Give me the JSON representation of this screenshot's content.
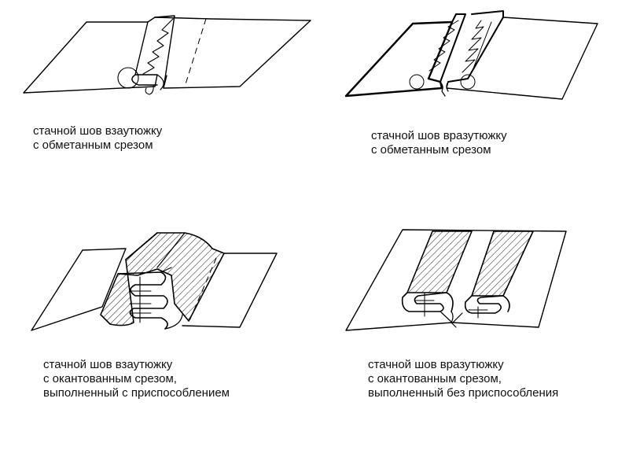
{
  "captions": [
    {
      "id": "seam-pressed-to-side-overcast",
      "lines": [
        "стачной шов взаутюжку",
        "с обметанным срезом"
      ]
    },
    {
      "id": "seam-pressed-open-overcast",
      "lines": [
        "стачной шов вразутюжку",
        "с обметанным срезом"
      ]
    },
    {
      "id": "seam-pressed-to-side-bound-with-attachment",
      "lines": [
        "стачной шов взаутюжку",
        "с окантованным срезом,",
        "выполненный с приспособлением"
      ]
    },
    {
      "id": "seam-pressed-open-bound-without-attachment",
      "lines": [
        "стачной шов вразутюжку",
        "с окантованным срезом,",
        "выполненный без приспособления"
      ]
    }
  ],
  "colors": {
    "line": "#000000",
    "text": "#111111",
    "background": "#ffffff"
  }
}
